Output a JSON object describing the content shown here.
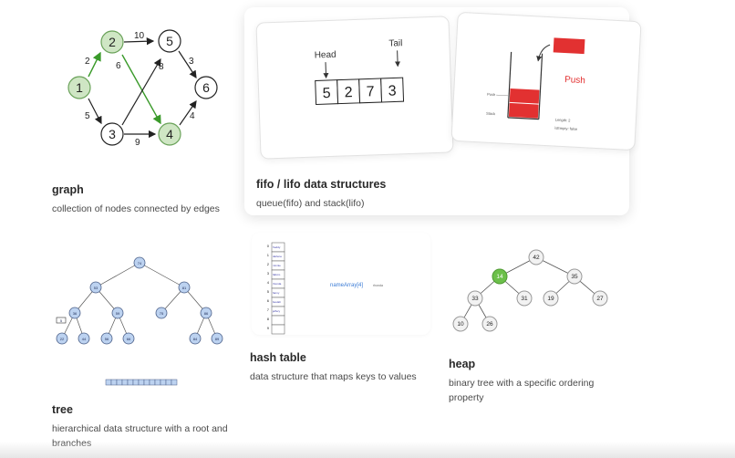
{
  "cards": [
    {
      "title": "graph",
      "desc": "collection of nodes connected by edges"
    },
    {
      "title": "fifo / lifo data structures",
      "desc": "queue(fifo) and stack(lifo)"
    },
    {
      "title": "tree",
      "desc": "hierarchical data structure with a root and branches"
    },
    {
      "title": "hash table",
      "desc": "data structure that maps keys to values"
    },
    {
      "title": "heap",
      "desc": "binary tree with a specific ordering property"
    }
  ],
  "graph": {
    "nodes": [
      "1",
      "2",
      "3",
      "4",
      "5",
      "6"
    ],
    "weights": [
      "10",
      "2",
      "6",
      "8",
      "3",
      "5",
      "9",
      "4"
    ]
  },
  "queue": {
    "head": "Head",
    "tail": "Tail",
    "cells": [
      "5",
      "2",
      "7",
      "3"
    ]
  },
  "stack": {
    "push": "Push",
    "side_label_1": "Push",
    "side_label_2": "Stack",
    "info": [
      "Length: 2",
      "isEmpty: false"
    ]
  },
  "tree": {
    "nodes": [
      "74",
      "53",
      "81",
      "36",
      "59",
      "75",
      "86",
      "22",
      "44",
      "56",
      "66",
      "84",
      "89",
      "5"
    ]
  },
  "hash": {
    "indices": [
      "0",
      "1",
      "2",
      "3",
      "4",
      "5",
      "6",
      "7",
      "8",
      "9"
    ],
    "entries": [
      "freddy",
      "darlene",
      "minnie",
      "fabcro",
      "rhonda",
      "fanny",
      "beulah",
      "jeffery",
      "",
      ""
    ],
    "call": "nameArray[4]",
    "result": "rhonda"
  },
  "heap": {
    "nodes": [
      "42",
      "14",
      "35",
      "33",
      "31",
      "19",
      "27",
      "10",
      "26"
    ]
  },
  "colors": {
    "highlight_green": "#cfe6c4",
    "heap_green": "#6cc04a",
    "tree_node": "#bcd2f0",
    "stack_red": "#e23131"
  }
}
